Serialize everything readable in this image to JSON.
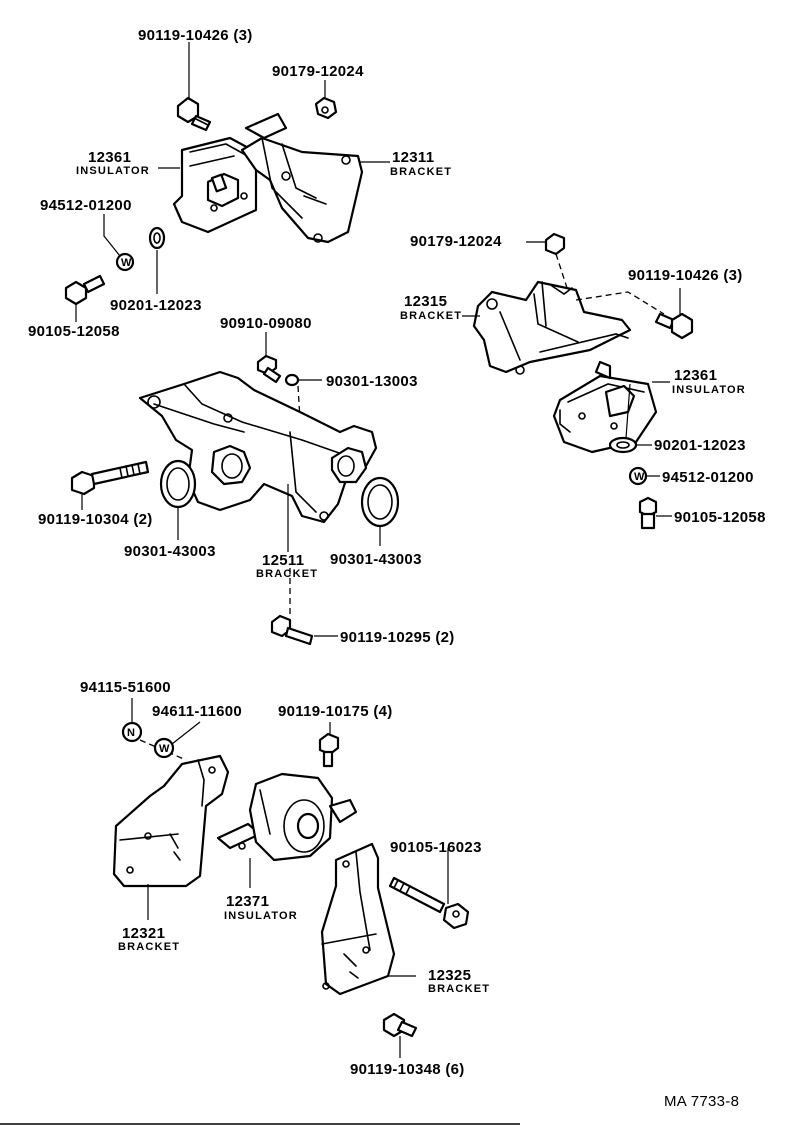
{
  "diagram_id": "MA 7733-8",
  "callouts": {
    "p_90119_10426_a": "90119-10426 (3)",
    "p_90179_12024_a": "90179-12024",
    "p_12361_a": "12361",
    "n_12361_a": "INSULATOR",
    "p_12311": "12311",
    "n_12311": "BRACKET",
    "p_94512_01200_a": "94512-01200",
    "p_90201_12023_a": "90201-12023",
    "p_90105_12058_a": "90105-12058",
    "p_90179_12024_b": "90179-12024",
    "p_90119_10426_b": "90119-10426 (3)",
    "p_12315": "12315",
    "n_12315": "BRACKET",
    "p_90910_09080": "90910-09080",
    "p_90301_13003": "90301-13003",
    "p_12361_b": "12361",
    "n_12361_b": "INSULATOR",
    "p_90201_12023_b": "90201-12023",
    "p_94512_01200_b": "94512-01200",
    "p_90105_12058_b": "90105-12058",
    "p_90119_10304": "90119-10304 (2)",
    "p_90301_43003_a": "90301-43003",
    "p_12511": "12511",
    "n_12511": "BRACKET",
    "p_90301_43003_b": "90301-43003",
    "p_90119_10295": "90119-10295 (2)",
    "p_94115_51600": "94115-51600",
    "p_94611_11600": "94611-11600",
    "p_90119_10175": "90119-10175 (4)",
    "p_90105_16023": "90105-16023",
    "p_12371": "12371",
    "n_12371": "INSULATOR",
    "p_12321": "12321",
    "n_12321": "BRACKET",
    "p_12325": "12325",
    "n_12325": "BRACKET",
    "p_90119_10348": "90119-10348 (6)"
  },
  "symbols": {
    "washer_w": "W",
    "nut_n": "N"
  }
}
